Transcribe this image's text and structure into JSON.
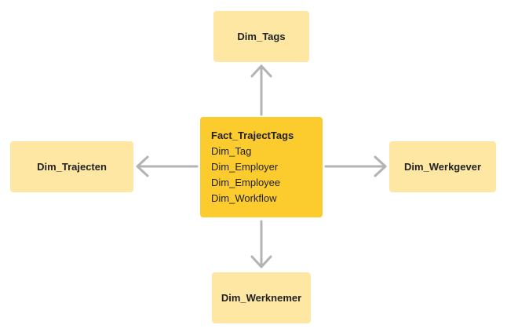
{
  "center": {
    "title": "Fact_TrajectTags",
    "lines": [
      "Dim_Tag",
      "Dim_Employer",
      "Dim_Employee",
      "Dim_Workflow"
    ]
  },
  "top": {
    "label": "Dim_Tags"
  },
  "left": {
    "label": "Dim_Trajecten"
  },
  "right": {
    "label": "Dim_Werkgever"
  },
  "bottom": {
    "label": "Dim_Werknemer"
  },
  "colors": {
    "center_fill": "#fccb2e",
    "dimension_fill": "#fde7a3",
    "arrow": "#b3b3b3"
  }
}
